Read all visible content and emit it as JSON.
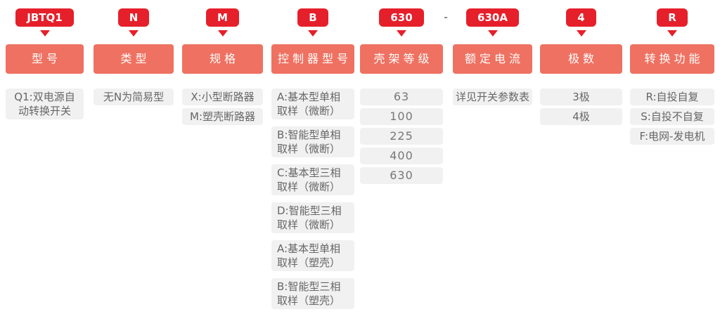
{
  "separator": "-",
  "palette": {
    "badge_red": "#e5202b",
    "header_orange": "#ef7161",
    "option_bg": "#f1f1f1",
    "option_text": "#666666",
    "separator_gray": "#909090"
  },
  "columns": [
    {
      "id": "model",
      "code": "JBTQ1",
      "header": "型号",
      "options": [
        {
          "lines": [
            "Q1:双电源自",
            "动转换开关"
          ]
        }
      ]
    },
    {
      "id": "type",
      "code": "N",
      "header": "类型",
      "options": [
        {
          "lines": [
            "无N为简易型"
          ]
        }
      ]
    },
    {
      "id": "spec",
      "code": "M",
      "header": "规格",
      "options": [
        {
          "lines": [
            "X:小型断路器"
          ]
        },
        {
          "lines": [
            "M:塑壳断路器"
          ]
        }
      ]
    },
    {
      "id": "controller",
      "code": "B",
      "header": "控制器型号",
      "options": [
        {
          "lines": [
            "A:基本型单相",
            "取样（微断）"
          ]
        },
        {
          "lines": [
            "B:智能型单相",
            "取样（微断）"
          ]
        },
        {
          "lines": [
            "C:基本型三相",
            "取样（微断）"
          ]
        },
        {
          "lines": [
            "D:智能型三相",
            "取样（微断）"
          ]
        },
        {
          "lines": [
            "A:基本型单相",
            "取样（塑壳）"
          ]
        },
        {
          "lines": [
            "B:智能型三相",
            "取样（塑壳）"
          ]
        }
      ]
    },
    {
      "id": "frame",
      "code": "630",
      "header": "壳架等级",
      "options": [
        {
          "lines": [
            "63"
          ]
        },
        {
          "lines": [
            "100"
          ]
        },
        {
          "lines": [
            "225"
          ]
        },
        {
          "lines": [
            "400"
          ]
        },
        {
          "lines": [
            "630"
          ]
        }
      ]
    },
    {
      "id": "current",
      "code": "630A",
      "header": "额定电流",
      "options": [
        {
          "lines": [
            "详见开关参数表"
          ]
        }
      ]
    },
    {
      "id": "poles",
      "code": "4",
      "header": "极数",
      "options": [
        {
          "lines": [
            "3极"
          ]
        },
        {
          "lines": [
            "4极"
          ]
        }
      ]
    },
    {
      "id": "transfer",
      "code": "R",
      "header": "转换功能",
      "options": [
        {
          "lines": [
            "R:自投自复"
          ]
        },
        {
          "lines": [
            "S:自投不自复"
          ]
        },
        {
          "lines": [
            "F:电网-发电机"
          ]
        }
      ]
    }
  ]
}
